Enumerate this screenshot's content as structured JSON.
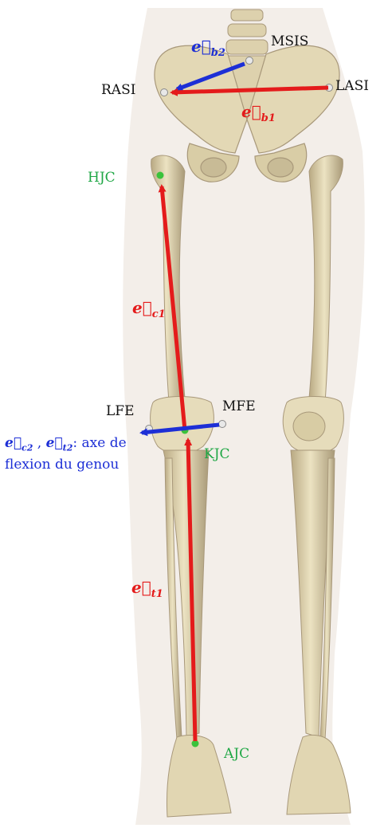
{
  "labels": {
    "msis": "MSIS",
    "rasi": "RASI",
    "lasi": "LASI",
    "hjc": "HJC",
    "lfe": "LFE",
    "mfe": "MFE",
    "kjc": "KJC",
    "ajc": "AJC"
  },
  "vectors": {
    "eb2": {
      "base": "e",
      "sub": "b2"
    },
    "eb1": {
      "base": "e",
      "sub": "b1"
    },
    "ec1": {
      "base": "e",
      "sub": "c1"
    },
    "et1": {
      "base": "e",
      "sub": "t1"
    }
  },
  "flexion_note": {
    "v1_base": "e",
    "v1_sub": "c2",
    "sep": " , ",
    "v2_base": "e",
    "v2_sub": "t2",
    "text": ": axe de flexion du genou"
  },
  "colors": {
    "red": "#e41b1b",
    "blue": "#1d2fd6",
    "green": "#1fa745",
    "bone": "#ded3ae",
    "bone_dark": "#a8987a",
    "body": "#f1ece7"
  }
}
